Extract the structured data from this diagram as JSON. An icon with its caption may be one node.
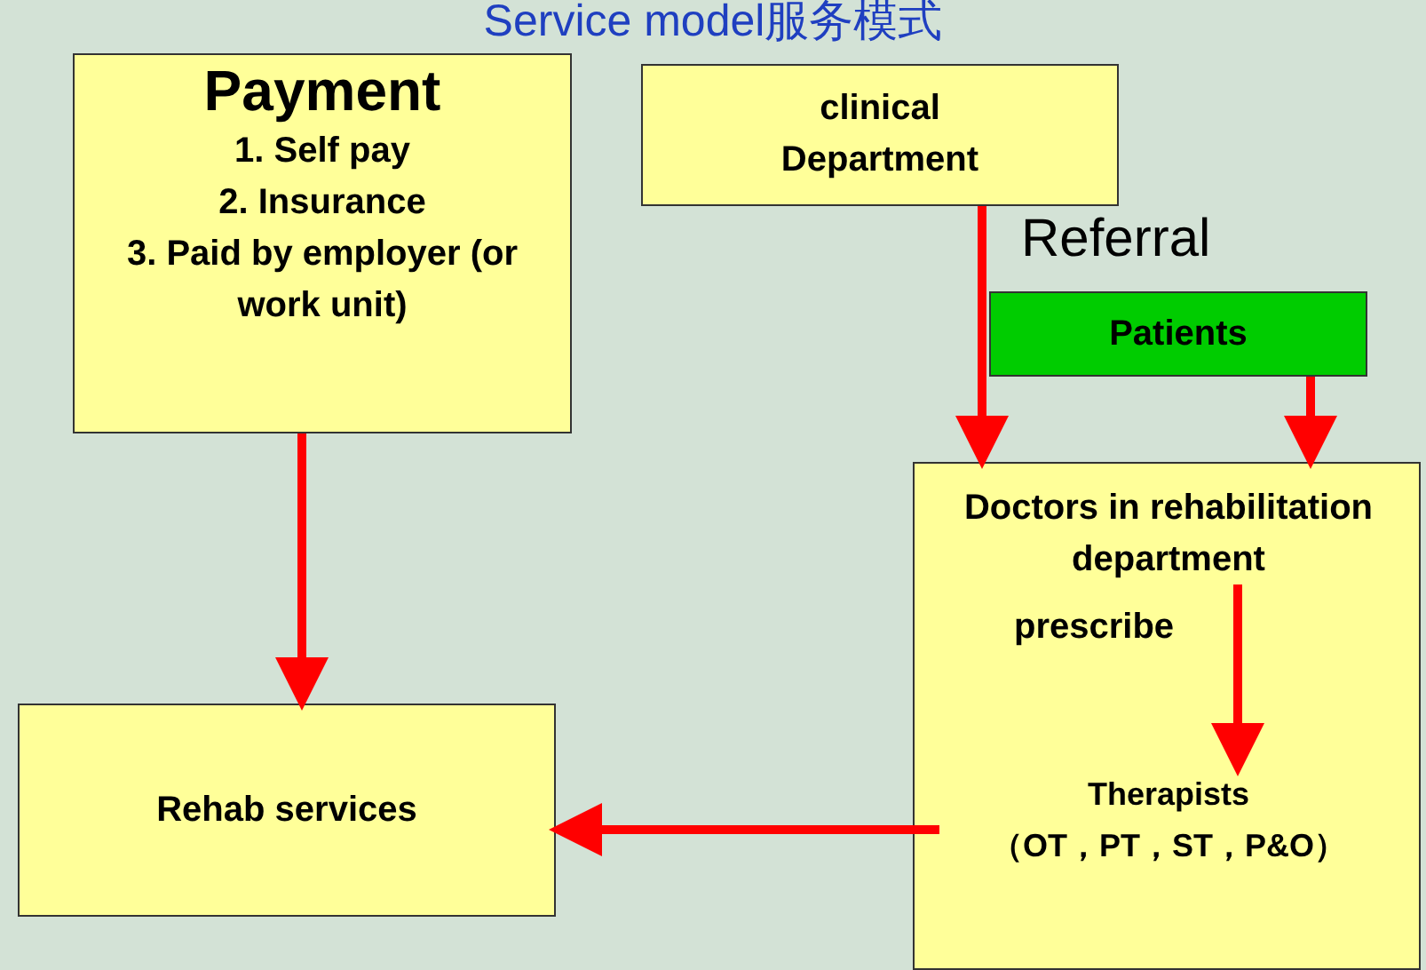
{
  "diagram": {
    "title": "Service model服务模式",
    "nodes": [
      {
        "text": [
          "Payment",
          "1. Self pay",
          "2. Insurance",
          "3. Paid by employer (or work unit)"
        ]
      },
      {
        "text": [
          "clinical Department"
        ]
      },
      {
        "text": [
          "Patients"
        ]
      },
      {
        "text": [],
        "shape": "box"
      },
      {
        "text": [
          "Doctors in rehabilitation department"
        ],
        "in": 3
      },
      {
        "text": [
          "Therapists （OT，PT，ST，P&O）"
        ],
        "in": 3
      },
      {
        "text": [
          "Rehab services"
        ]
      }
    ],
    "edges": [
      {
        "from": 1,
        "to": 3,
        "arrow": "to",
        "label": "Referral"
      },
      {
        "from": 2,
        "to": 3,
        "arrow": "to"
      },
      {
        "from": 4,
        "to": 5,
        "arrow": "to",
        "label": "prescribe"
      },
      {
        "from": 5,
        "to": 6,
        "arrow": "to"
      },
      {
        "from": 0,
        "to": 6,
        "arrow": "to"
      }
    ]
  }
}
